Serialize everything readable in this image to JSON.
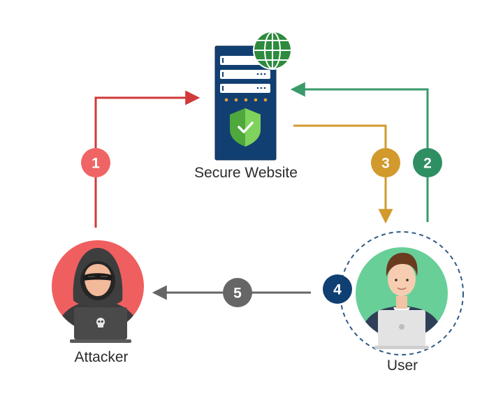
{
  "nodes": {
    "server_label": "Secure Website",
    "attacker_label": "Attacker",
    "user_label": "User"
  },
  "steps": [
    {
      "number": "1",
      "color": "#ef6464",
      "path_color": "#d1393a"
    },
    {
      "number": "2",
      "color": "#2e8f63",
      "path_color": "#3a9a6a"
    },
    {
      "number": "3",
      "color": "#d29a2c",
      "path_color": "#d29a2c"
    },
    {
      "number": "4",
      "color": "#0f3f73",
      "path_color": "#4a6a8f"
    },
    {
      "number": "5",
      "color": "#666666",
      "path_color": "#666666"
    }
  ],
  "colors": {
    "attacker_circle": "#ef5f5f",
    "user_circle": "#69cf98",
    "server_body": "#123f72",
    "shield": "#6cc04a",
    "globe": "#2e8b3e"
  }
}
